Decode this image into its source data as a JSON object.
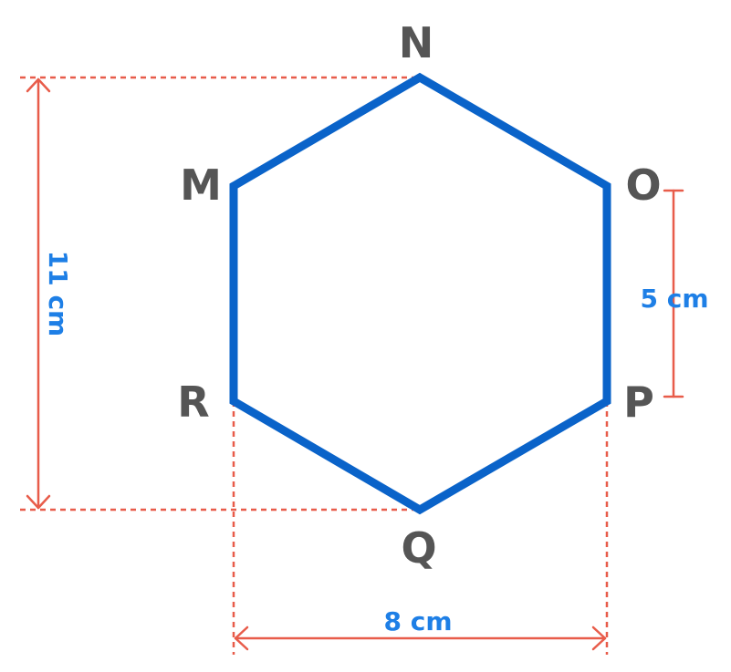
{
  "colors": {
    "hexagon_stroke": "#0A63C9",
    "dimension_lines": "#E85C4A",
    "vertex_labels": "#555555",
    "measurement_text": "#1E7FE6",
    "background": "#FFFFFF"
  },
  "vertices": {
    "N": "N",
    "O": "O",
    "P": "P",
    "Q": "Q",
    "R": "R",
    "M": "M"
  },
  "measurements": {
    "height": "11 cm",
    "side": "5 cm",
    "width": "8 cm"
  }
}
